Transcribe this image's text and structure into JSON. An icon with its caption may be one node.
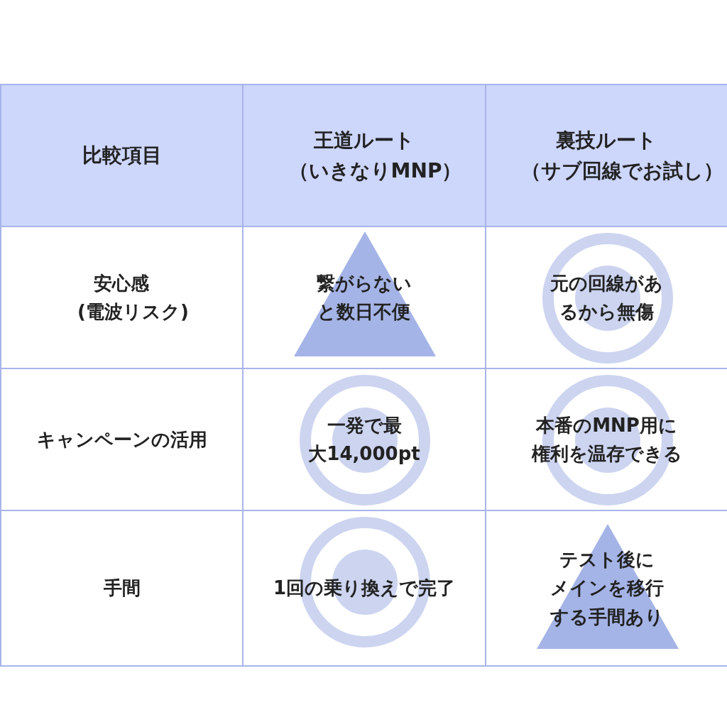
{
  "diagram": {
    "labels": [
      "比較項目",
      "王道ルート（いきなりMNP）",
      "裏技ルート（サブ回線でお試し）",
      "安心感(電波リスク)",
      "繋がらないと数日不便",
      "元の回線があるから無傷",
      "キャンペーンの活用",
      "一発で最大14,000pt",
      "本番のMNP用に権利を温存できる",
      "手間",
      "1回の乗り換えで完了",
      "テスト後にメインを移行する手間あり"
    ]
  }
}
